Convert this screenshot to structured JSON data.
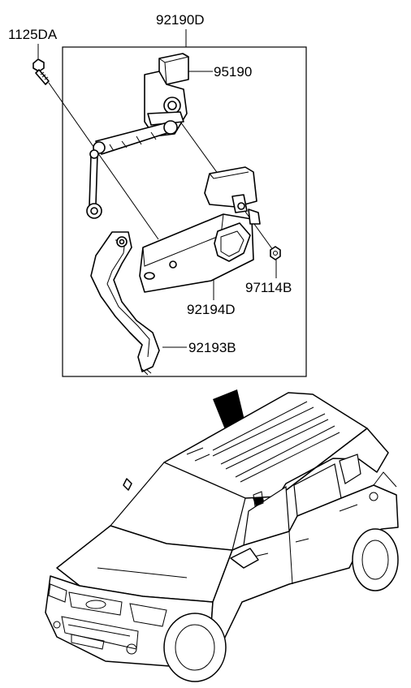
{
  "labels": {
    "assembly": "92190D",
    "bolt": "1125DA",
    "sensor": "95190",
    "bracket": "92194D",
    "nut": "97114B",
    "link_bracket": "92193B"
  }
}
